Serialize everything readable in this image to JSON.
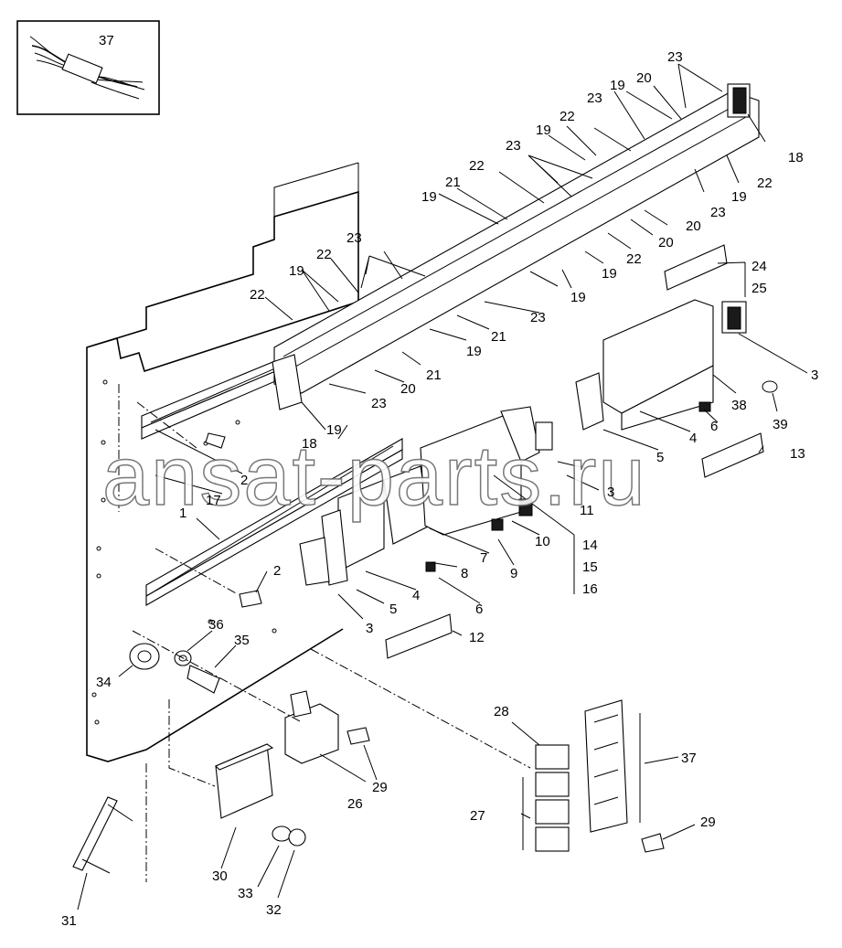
{
  "watermark": "ansat-parts.ru",
  "inset_label": "37",
  "callouts": [
    {
      "id": "c37inset",
      "text": "37"
    },
    {
      "id": "c23a",
      "text": "23"
    },
    {
      "id": "c20a",
      "text": "20"
    },
    {
      "id": "c19a",
      "text": "19"
    },
    {
      "id": "c23b",
      "text": "23"
    },
    {
      "id": "c22a",
      "text": "22"
    },
    {
      "id": "c19b",
      "text": "19"
    },
    {
      "id": "c18a",
      "text": "18"
    },
    {
      "id": "c22b",
      "text": "22"
    },
    {
      "id": "c19c",
      "text": "19"
    },
    {
      "id": "c23c",
      "text": "23"
    },
    {
      "id": "c20b",
      "text": "20"
    },
    {
      "id": "c20c",
      "text": "20"
    },
    {
      "id": "c23d",
      "text": "23"
    },
    {
      "id": "c22c",
      "text": "22"
    },
    {
      "id": "c21a",
      "text": "21"
    },
    {
      "id": "c19d",
      "text": "19"
    },
    {
      "id": "c22d",
      "text": "22"
    },
    {
      "id": "c19e",
      "text": "19"
    },
    {
      "id": "c19f",
      "text": "19"
    },
    {
      "id": "c23e",
      "text": "23"
    },
    {
      "id": "c22e",
      "text": "22"
    },
    {
      "id": "c19g",
      "text": "19"
    },
    {
      "id": "c22f",
      "text": "22"
    },
    {
      "id": "c23f",
      "text": "23"
    },
    {
      "id": "c21b",
      "text": "21"
    },
    {
      "id": "c19h",
      "text": "19"
    },
    {
      "id": "c21c",
      "text": "21"
    },
    {
      "id": "c20d",
      "text": "20"
    },
    {
      "id": "c23g",
      "text": "23"
    },
    {
      "id": "c18b",
      "text": "18"
    },
    {
      "id": "c19i",
      "text": "19"
    },
    {
      "id": "c24",
      "text": "24"
    },
    {
      "id": "c25",
      "text": "25"
    },
    {
      "id": "c3a",
      "text": "3"
    },
    {
      "id": "c38",
      "text": "38"
    },
    {
      "id": "c6a",
      "text": "6"
    },
    {
      "id": "c39",
      "text": "39"
    },
    {
      "id": "c4a",
      "text": "4"
    },
    {
      "id": "c5a",
      "text": "5"
    },
    {
      "id": "c13",
      "text": "13"
    },
    {
      "id": "c3b",
      "text": "3"
    },
    {
      "id": "c11",
      "text": "11"
    },
    {
      "id": "c2a",
      "text": "2"
    },
    {
      "id": "c17",
      "text": "17"
    },
    {
      "id": "c1",
      "text": "1"
    },
    {
      "id": "c10",
      "text": "10"
    },
    {
      "id": "c14",
      "text": "14"
    },
    {
      "id": "c15",
      "text": "15"
    },
    {
      "id": "c16",
      "text": "16"
    },
    {
      "id": "c7",
      "text": "7"
    },
    {
      "id": "c8",
      "text": "8"
    },
    {
      "id": "c9",
      "text": "9"
    },
    {
      "id": "c2b",
      "text": "2"
    },
    {
      "id": "c4b",
      "text": "4"
    },
    {
      "id": "c6b",
      "text": "6"
    },
    {
      "id": "c5b",
      "text": "5"
    },
    {
      "id": "c3c",
      "text": "3"
    },
    {
      "id": "c12",
      "text": "12"
    },
    {
      "id": "c36",
      "text": "36"
    },
    {
      "id": "c35",
      "text": "35"
    },
    {
      "id": "c34",
      "text": "34"
    },
    {
      "id": "c28",
      "text": "28"
    },
    {
      "id": "c37",
      "text": "37"
    },
    {
      "id": "c29a",
      "text": "29"
    },
    {
      "id": "c26",
      "text": "26"
    },
    {
      "id": "c27",
      "text": "27"
    },
    {
      "id": "c29b",
      "text": "29"
    },
    {
      "id": "c30",
      "text": "30"
    },
    {
      "id": "c33",
      "text": "33"
    },
    {
      "id": "c32",
      "text": "32"
    },
    {
      "id": "c31",
      "text": "31"
    }
  ]
}
